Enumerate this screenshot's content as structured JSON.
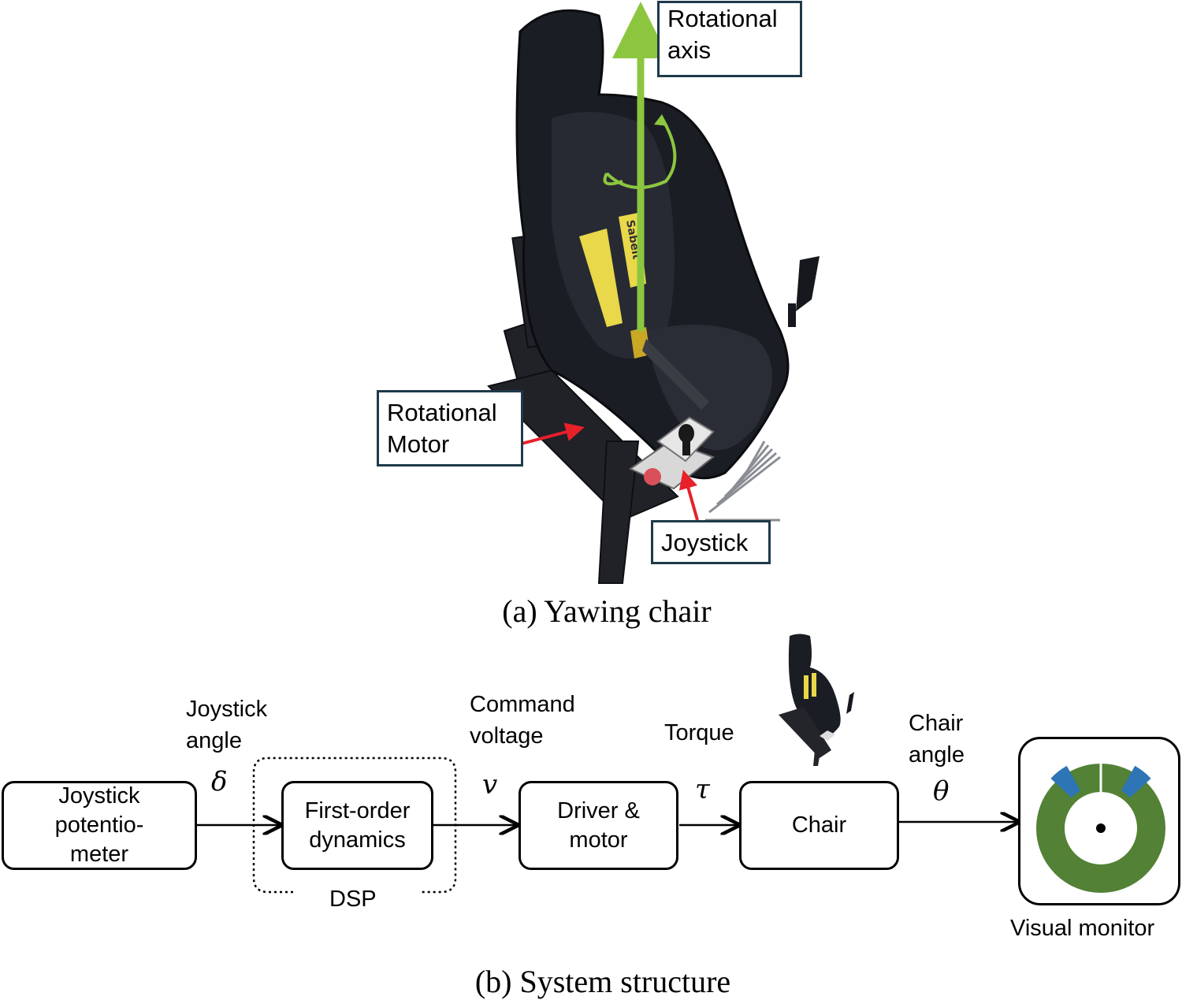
{
  "panel_a": {
    "caption": "(a) Yawing chair",
    "callouts": {
      "rotational_axis": "Rotational\naxis",
      "rotational_motor": "Rotational\nMotor",
      "joystick": "Joystick"
    },
    "belt_text": "Sabelt"
  },
  "panel_b": {
    "caption": "(b) System structure",
    "blocks": {
      "joystick_pot": "Joystick\npotentio-\nmeter",
      "first_order": "First-order\ndynamics",
      "driver_motor": "Driver &\nmotor",
      "chair": "Chair"
    },
    "dsp_label": "DSP",
    "signals": {
      "joystick_angle": {
        "label": "Joystick\nangle",
        "symbol": "δ"
      },
      "command_voltage": {
        "label": "Command\nvoltage",
        "symbol": "v"
      },
      "torque": {
        "label": "Torque",
        "symbol": "τ"
      },
      "chair_angle": {
        "label": "Chair\nangle",
        "symbol": "θ"
      }
    },
    "monitor_label": "Visual monitor"
  },
  "colors": {
    "axis_green": "#8cc63f",
    "pointer_red": "#e8202a",
    "monitor_green": "#538135",
    "monitor_blue": "#2e75b6",
    "callout_border": "#1f3a4a",
    "seat_black": "#1b1d24",
    "belt_yellow": "#e8d84a"
  }
}
